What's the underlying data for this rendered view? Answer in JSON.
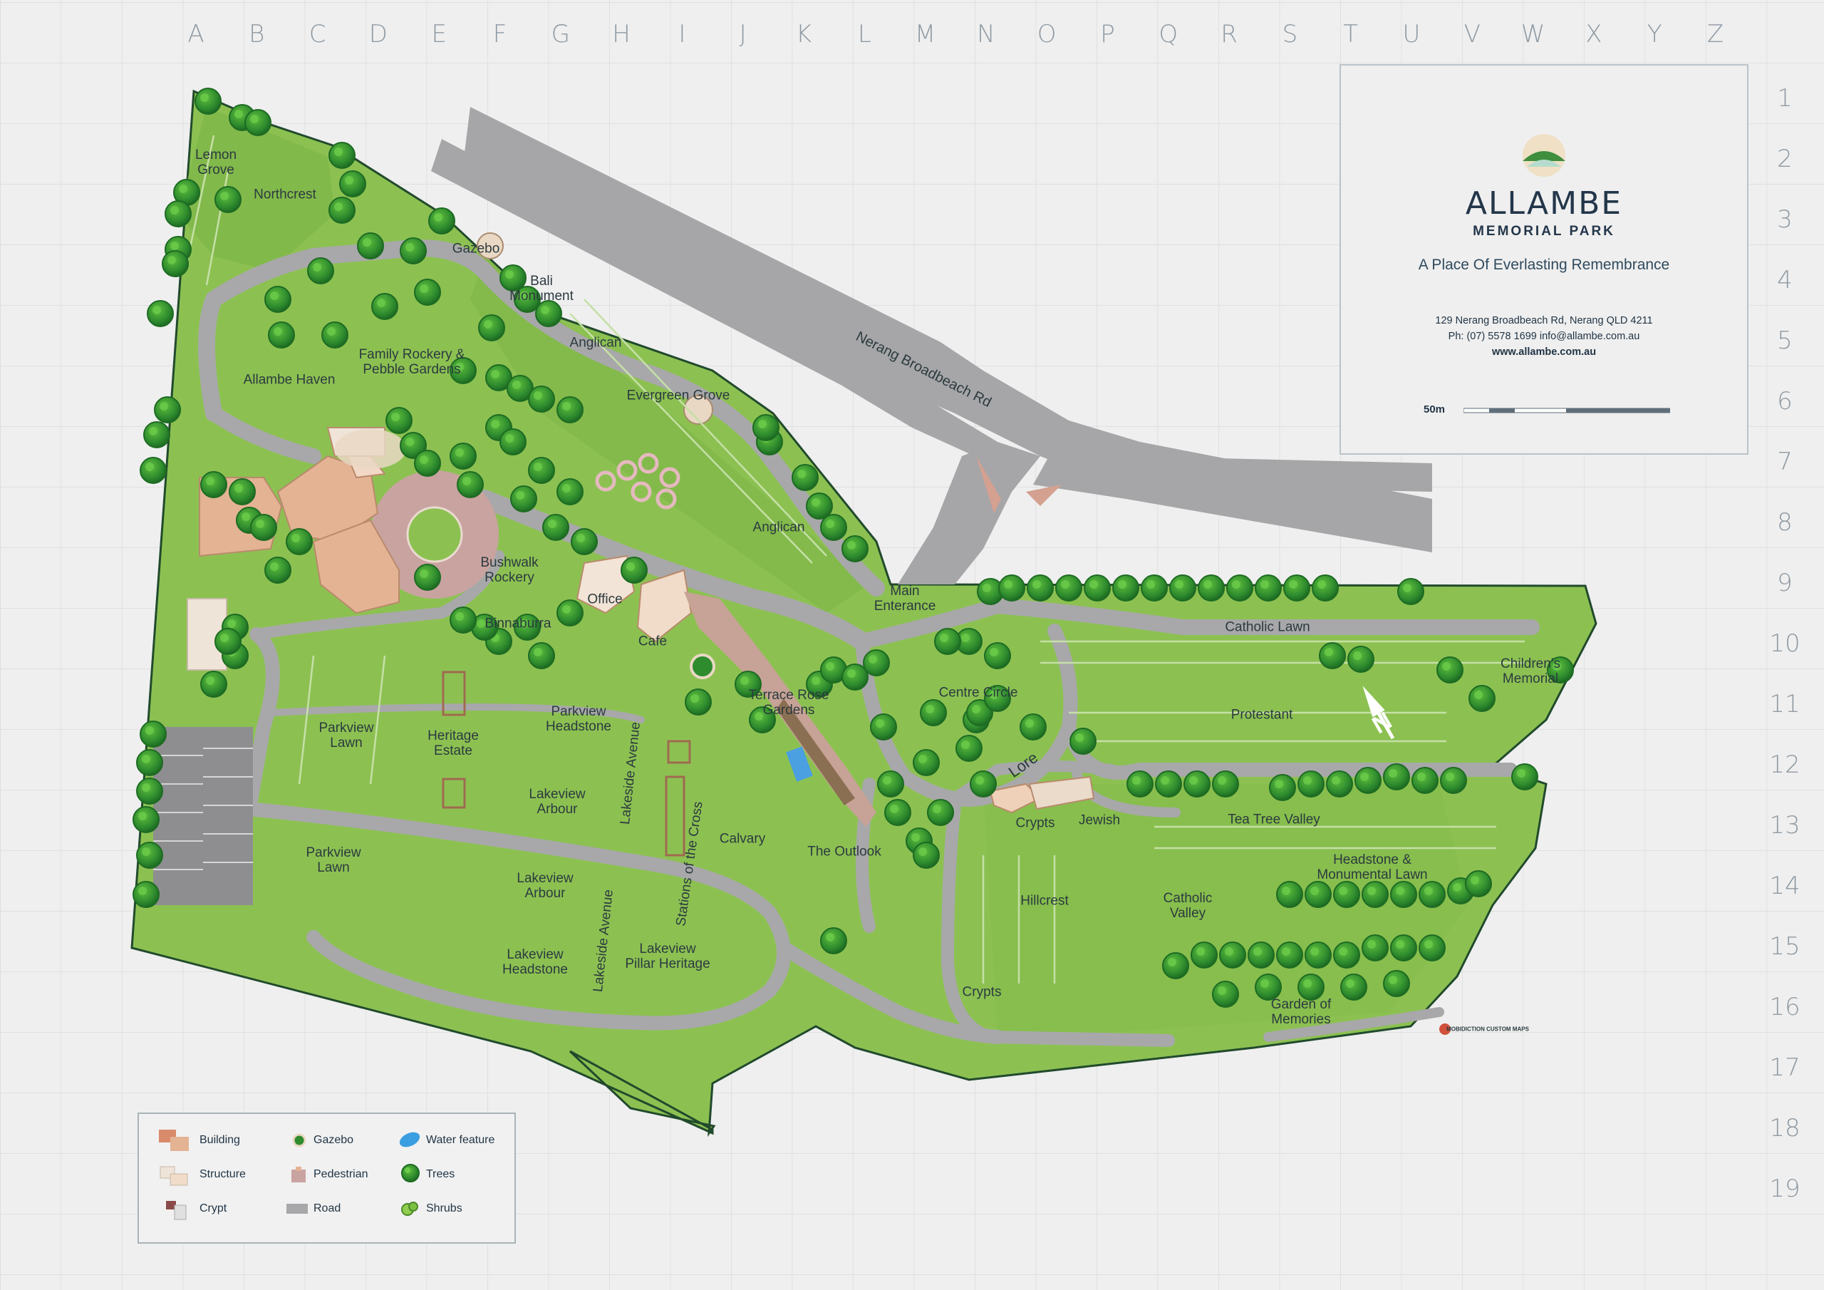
{
  "grid": {
    "columns": [
      "A",
      "B",
      "C",
      "D",
      "E",
      "F",
      "G",
      "H",
      "I",
      "J",
      "K",
      "L",
      "M",
      "N",
      "O",
      "P",
      "Q",
      "R",
      "S",
      "T",
      "U",
      "V",
      "W",
      "X",
      "Y",
      "Z"
    ],
    "rows": [
      "1",
      "2",
      "3",
      "4",
      "5",
      "6",
      "7",
      "8",
      "9",
      "10",
      "11",
      "12",
      "13",
      "14",
      "15",
      "16",
      "17",
      "18",
      "19"
    ]
  },
  "colors": {
    "lawn": "#8cc152",
    "lawn_dark": "#5a9a35",
    "tree": "#2e8b2e",
    "road": "#a8a8aa",
    "path": "#c9c9c9",
    "building": "#e3b393",
    "brand_navy": "#23364a"
  },
  "info_box": {
    "brand_name": "ALLAMBE",
    "brand_sub": "MEMORIAL PARK",
    "tagline": "A Place Of Everlasting Remembrance",
    "address": "129 Nerang Broadbeach Rd, Nerang QLD 4211",
    "phone_email": "Ph: (07) 5578 1699 info@allambe.com.au",
    "website": "www.allambe.com.au",
    "scale_label": "50m"
  },
  "labels": {
    "lemon_grove": "Lemon\nGrove",
    "northcrest": "Northcrest",
    "gazebo": "Gazebo",
    "bali_monument": "Bali\nMonument",
    "anglican_top": "Anglican",
    "family_rockery": "Family Rockery &\nPebble Gardens",
    "allambe_haven": "Allambe Haven",
    "evergreen_grove": "Evergreen Grove",
    "nerang_road": "Nerang Broadbeach Rd",
    "anglican_mid": "Anglican",
    "bushwalk_rockery": "Bushwalk\nRockery",
    "office": "Office",
    "binnaburra": "Binnaburra",
    "cafe": "Cafe",
    "main_entrance": "Main\nEnterance",
    "catholic_lawn": "Catholic Lawn",
    "childrens_memorial": "Children's\nMemorial",
    "centre_circle": "Centre Circle",
    "protestant": "Protestant",
    "terrace_rose": "Terrace Rose\nGardens",
    "parkview_lawn_top": "Parkview\nLawn",
    "heritage_estate": "Heritage\nEstate",
    "parkview_headstone": "Parkview\nHeadstone",
    "lakeside_avenue_top": "Lakeside Avenue",
    "lore": "Lore",
    "lakeview_arbour_top": "Lakeview\nArbour",
    "crypts_mid": "Crypts",
    "jewish": "Jewish",
    "tea_tree_valley": "Tea Tree Valley",
    "calvary": "Calvary",
    "the_outlook": "The Outlook",
    "parkview_lawn_bottom": "Parkview\nLawn",
    "lakeview_arbour_bottom": "Lakeview\nArbour",
    "stations_cross": "Stations of the Cross",
    "headstone_monumental": "Headstone &\nMonumental Lawn",
    "hillcrest": "Hillcrest",
    "catholic_valley": "Catholic\nValley",
    "lakeside_avenue_bottom": "Lakeside Avenue",
    "lakeview_pillar": "Lakeview\nPillar Heritage",
    "lakeview_headstone": "Lakeview\nHeadstone",
    "crypts_bottom": "Crypts",
    "garden_memories": "Garden of\nMemories",
    "north_arrow": "N",
    "credit": "MOBIDICTION CUSTOM MAPS"
  },
  "legend": [
    {
      "label": "Building",
      "icon": "building-icon"
    },
    {
      "label": "Gazebo",
      "icon": "gazebo-icon"
    },
    {
      "label": "Water feature",
      "icon": "water-feature-icon"
    },
    {
      "label": "Structure",
      "icon": "structure-icon"
    },
    {
      "label": "Pedestrian",
      "icon": "pedestrian-icon"
    },
    {
      "label": "Trees",
      "icon": "tree-icon"
    },
    {
      "label": "Crypt",
      "icon": "crypt-icon"
    },
    {
      "label": "Road",
      "icon": "road-icon"
    },
    {
      "label": "Shrubs",
      "icon": "shrub-icon"
    }
  ]
}
